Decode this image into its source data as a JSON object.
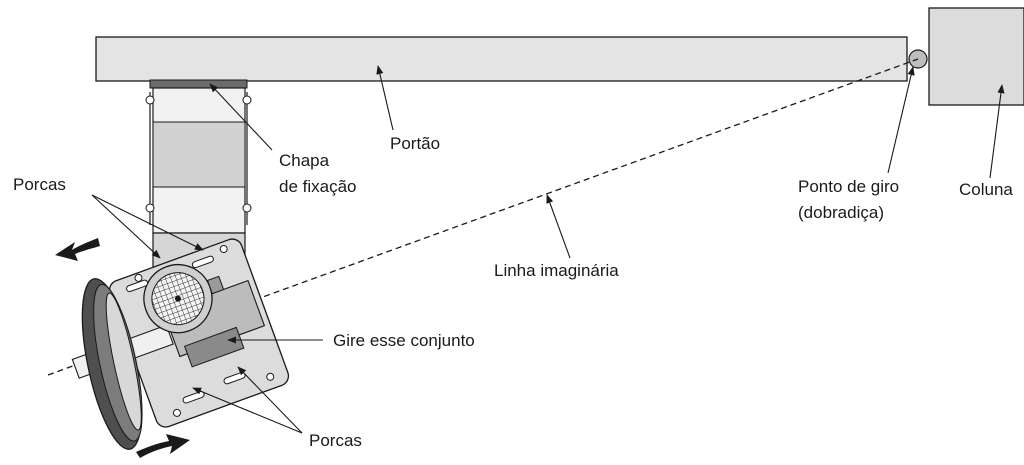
{
  "labels": {
    "portao": "Portão",
    "chapa_line1": "Chapa",
    "chapa_line2": "de fixação",
    "porcas_top": "Porcas",
    "porcas_bottom": "Porcas",
    "ponto_line1": "Ponto de giro",
    "ponto_line2": "(dobradiça)",
    "coluna": "Coluna",
    "linha": "Linha imaginária",
    "gire": "Gire esse conjunto"
  },
  "colors": {
    "gate_fill": "#e4e4e4",
    "column_fill": "#dcdcdc",
    "outline": "#1a1a1a",
    "plate": "#6b6b6b"
  }
}
